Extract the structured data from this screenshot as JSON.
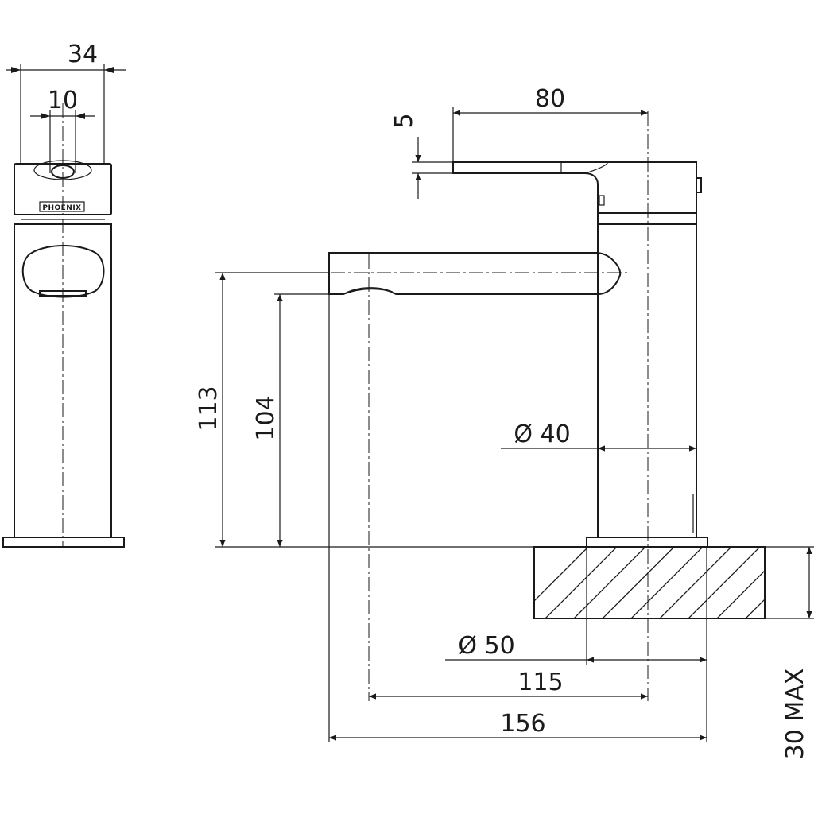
{
  "dimensions": {
    "side_width": "34",
    "side_handle_width": "10",
    "lever_offset": "5",
    "lever_length": "80",
    "outlet_height": "113",
    "aerator_height": "104",
    "body_diameter": "Ø 40",
    "base_diameter": "Ø 50",
    "spout_reach": "115",
    "overall_length": "156",
    "bench_thickness": "30 MAX"
  },
  "logo": {
    "text": "PHOENIX"
  }
}
